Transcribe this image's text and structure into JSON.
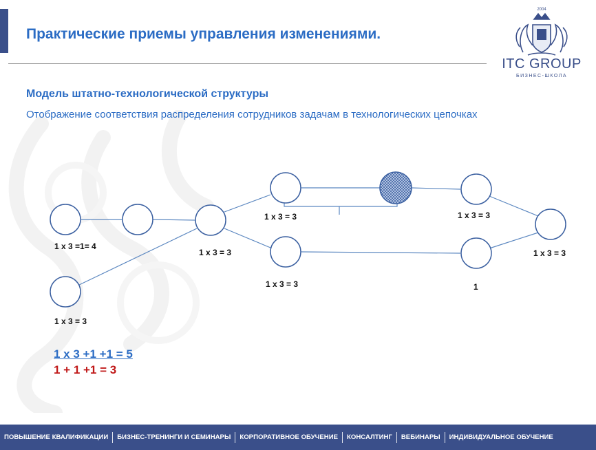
{
  "header": {
    "title": "Практические приемы управления изменениями."
  },
  "logo": {
    "name": "ITC GROUP",
    "subtitle": "БИЗНЕС-ШКОЛА",
    "year": "2004"
  },
  "content": {
    "subtitle": "Модель штатно-технологической  структуры",
    "description": "Отображение соответствия распределения сотрудников задачам  в технологических цепочках"
  },
  "diagram": {
    "labels": {
      "n1": "1 x 3 =1= 4",
      "n3": "1 x 3 = 3",
      "n4": "1 x 3 = 3",
      "n5": "1 x 3 = 3",
      "n6": "1 x 3 = 3",
      "n8": "1 x 3 = 3",
      "n9": "1",
      "n10": "1 x 3 = 3"
    },
    "filled_node_color": "#3a5fa0"
  },
  "formulas": {
    "line1": "1 x 3 +1 +1 = 5",
    "line2": "1 + 1 +1 = 3",
    "line1_color": "#2b6cc4",
    "line2_color": "#c01818"
  },
  "footer": {
    "items": [
      "ПОВЫШЕНИЕ КВАЛИФИКАЦИИ",
      "БИЗНЕС-ТРЕНИНГИ И СЕМИНАРЫ",
      "КОРПОРАТИВНОЕ ОБУЧЕНИЕ",
      "КОНСАЛТИНГ",
      "ВЕБИНАРЫ",
      "ИНДИВИДУАЛЬНОЕ ОБУЧЕНИЕ"
    ]
  }
}
